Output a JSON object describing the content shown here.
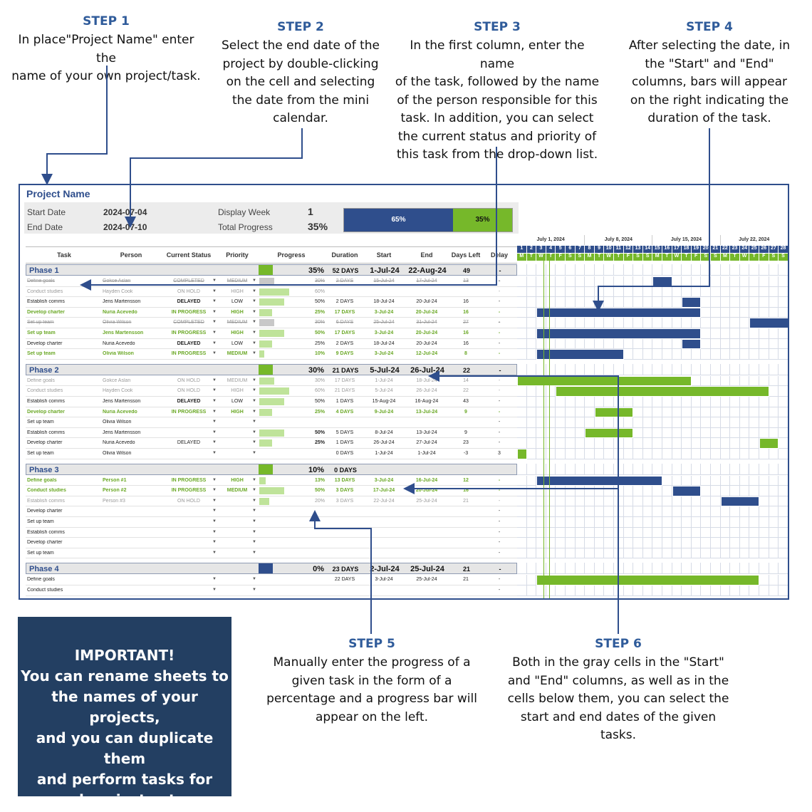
{
  "steps": [
    {
      "title": "STEP 1",
      "lines": [
        "In place\"Project Name\" enter the",
        "name of your own project/task."
      ]
    },
    {
      "title": "STEP 2",
      "lines": [
        "Select the end date of the",
        "project by double-clicking",
        "on the cell and selecting",
        "the date from the mini",
        "calendar."
      ]
    },
    {
      "title": "STEP 3",
      "lines": [
        "In the first column, enter the name",
        "of the task, followed by the name",
        "of the person responsible for this",
        "task. In addition, you can select",
        "the current status and priority of",
        "this task from the drop-down list."
      ]
    },
    {
      "title": "STEP 4",
      "lines": [
        "After selecting the date, in",
        "the \"Start\" and \"End\"",
        "columns, bars will appear",
        "on the right indicating the",
        "duration of the task."
      ]
    },
    {
      "title": "STEP 5",
      "lines": [
        "Manually enter the progress of a",
        "given task in the form of a",
        "percentage and a progress bar will",
        "appear on the left."
      ]
    },
    {
      "title": "STEP 6",
      "lines": [
        "Both in the gray cells in the \"Start\"",
        "and \"End\" columns, as well as in the",
        "cells below them, you can select the",
        "start and end dates of the given",
        "tasks."
      ]
    }
  ],
  "important": {
    "lines": [
      "IMPORTANT!",
      "You can rename sheets to",
      "the names of your projects,",
      "and you can duplicate them",
      "and perform tasks for",
      "several projects at once."
    ]
  },
  "project": {
    "name": "Project Name",
    "start_label": "Start Date",
    "start_value": "2024-07-04",
    "end_label": "End Date",
    "end_value": "2024-07-10",
    "week_label": "Display Week",
    "week_value": "1",
    "progress_label": "Total Progress",
    "progress_value": "35%",
    "done_pct": "65%",
    "remaining_pct": "35%",
    "done_fraction": 0.65
  },
  "columns": [
    "Task",
    "Person",
    "Current Status",
    "Priority",
    "Progress",
    "Duration",
    "Start",
    "End",
    "Days Left",
    "Delay"
  ],
  "gantt": {
    "months": [
      "July 1, 2024",
      "July 8, 2024",
      "July 15, 2024",
      "July 22, 2024"
    ],
    "days": [
      "1",
      "2",
      "3",
      "4",
      "5",
      "6",
      "7",
      "8",
      "9",
      "10",
      "11",
      "12",
      "13",
      "14",
      "15",
      "16",
      "17",
      "18",
      "19",
      "20",
      "21",
      "22",
      "23",
      "24",
      "25",
      "26",
      "27",
      "28"
    ],
    "weekdays": [
      "M",
      "T",
      "W",
      "T",
      "F",
      "S",
      "S",
      "M",
      "T",
      "W",
      "T",
      "F",
      "S",
      "S",
      "M",
      "T",
      "W",
      "T",
      "F",
      "S",
      "S",
      "M",
      "T",
      "W",
      "T",
      "F",
      "S",
      "S"
    ]
  },
  "phases": [
    {
      "name": "Phase 1",
      "progress": "35%",
      "duration": "52 DAYS",
      "start": "1-Jul-24",
      "end": "22-Aug-24",
      "days_left": "49",
      "delay": "-",
      "color": "#2f4e8c",
      "tasks": [
        {
          "task": "Define goals",
          "person": "Gokce Aslan",
          "status": "COMPLETED",
          "priority": "MEDIUM",
          "pct": "30%",
          "p": 0.3,
          "duration": "2 DAYS",
          "start": "15-Jul-24",
          "end": "17-Jul-24",
          "left": "13",
          "delay": "-",
          "style": "strike",
          "bar": [
            14,
            16
          ]
        },
        {
          "task": "Conduct studies",
          "person": "Hayden Cook",
          "status": "ON HOLD",
          "priority": "HIGH",
          "pct": "60%",
          "p": 0.6,
          "duration": "",
          "start": "",
          "end": "",
          "left": "",
          "delay": "-",
          "style": "gray"
        },
        {
          "task": "Establish comms",
          "person": "Jens Martensson",
          "status": "DELAYED",
          "priority": "LOW",
          "pct": "50%",
          "p": 0.5,
          "duration": "2 DAYS",
          "start": "18-Jul-24",
          "end": "20-Jul-24",
          "left": "16",
          "delay": "-",
          "style": "dark",
          "bar": [
            17,
            19
          ]
        },
        {
          "task": "Develop charter",
          "person": "Nuria Acevedo",
          "status": "IN PROGRESS",
          "priority": "HIGH",
          "pct": "25%",
          "p": 0.25,
          "duration": "17 DAYS",
          "start": "3-Jul-24",
          "end": "20-Jul-24",
          "left": "16",
          "delay": "-",
          "style": "green",
          "bar": [
            2,
            19
          ]
        },
        {
          "task": "Set up team",
          "person": "Olivia Wilson",
          "status": "COMPLETED",
          "priority": "MEDIUM",
          "pct": "30%",
          "p": 0.3,
          "duration": "6 DAYS",
          "start": "25-Jul-24",
          "end": "31-Jul-24",
          "left": "27",
          "delay": "-",
          "style": "strike",
          "bar": [
            24,
            28
          ]
        },
        {
          "task": "Set up team",
          "person": "Jens Martensson",
          "status": "IN PROGRESS",
          "priority": "HIGH",
          "pct": "50%",
          "p": 0.5,
          "duration": "17 DAYS",
          "start": "3-Jul-24",
          "end": "20-Jul-24",
          "left": "16",
          "delay": "-",
          "style": "green",
          "bar": [
            2,
            19
          ]
        },
        {
          "task": "Develop charter",
          "person": "Nuria Acevedo",
          "status": "DELAYED",
          "priority": "LOW",
          "pct": "25%",
          "p": 0.25,
          "duration": "2 DAYS",
          "start": "18-Jul-24",
          "end": "20-Jul-24",
          "left": "16",
          "delay": "-",
          "style": "dark",
          "bar": [
            17,
            19
          ]
        },
        {
          "task": "Set up team",
          "person": "Olivia Wilson",
          "status": "IN PROGRESS",
          "priority": "MEDIUM",
          "pct": "10%",
          "p": 0.1,
          "duration": "9 DAYS",
          "start": "3-Jul-24",
          "end": "12-Jul-24",
          "left": "8",
          "delay": "-",
          "style": "green",
          "bar": [
            2,
            11
          ]
        }
      ]
    },
    {
      "name": "Phase 2",
      "progress": "30%",
      "duration": "21 DAYS",
      "start": "5-Jul-24",
      "end": "26-Jul-24",
      "days_left": "22",
      "delay": "-",
      "color": "#76b82a",
      "tasks": [
        {
          "task": "Define goals",
          "person": "Gokce Aslan",
          "status": "ON HOLD",
          "priority": "MEDIUM",
          "pct": "30%",
          "p": 0.3,
          "duration": "17 DAYS",
          "start": "1-Jul-24",
          "end": "18-Jul-24",
          "left": "14",
          "delay": "-",
          "style": "gray",
          "bar": [
            0,
            18
          ]
        },
        {
          "task": "Conduct studies",
          "person": "Hayden Cook",
          "status": "ON HOLD",
          "priority": "HIGH",
          "pct": "60%",
          "p": 0.6,
          "duration": "21 DAYS",
          "start": "5-Jul-24",
          "end": "26-Jul-24",
          "left": "22",
          "delay": "-",
          "style": "gray",
          "bar": [
            4,
            26
          ]
        },
        {
          "task": "Establish comms",
          "person": "Jens Martensson",
          "status": "DELAYED",
          "priority": "LOW",
          "pct": "50%",
          "p": 0.5,
          "duration": "1 DAYS",
          "start": "15-Aug-24",
          "end": "16-Aug-24",
          "left": "43",
          "delay": "-",
          "style": "dark"
        },
        {
          "task": "Develop charter",
          "person": "Nuria Acevedo",
          "status": "IN PROGRESS",
          "priority": "HIGH",
          "pct": "25%",
          "p": 0.25,
          "duration": "4 DAYS",
          "start": "9-Jul-24",
          "end": "13-Jul-24",
          "left": "9",
          "delay": "-",
          "style": "green",
          "bar": [
            8,
            12
          ]
        },
        {
          "task": "Set up team",
          "person": "Olivia Wilson",
          "status": "",
          "priority": "",
          "pct": "",
          "p": 0,
          "duration": "",
          "start": "",
          "end": "",
          "left": "",
          "delay": "-",
          "style": "dark"
        },
        {
          "task": "Establish comms",
          "person": "Jens Martensson",
          "status": "",
          "priority": "",
          "pct": "50%",
          "p": 0.5,
          "duration": "5 DAYS",
          "start": "8-Jul-24",
          "end": "13-Jul-24",
          "left": "9",
          "delay": "-",
          "style": "plain",
          "bar": [
            7,
            12
          ]
        },
        {
          "task": "Develop charter",
          "person": "Nuria Acevedo",
          "status": "DELAYED",
          "priority": "",
          "pct": "25%",
          "p": 0.25,
          "duration": "1 DAYS",
          "start": "26-Jul-24",
          "end": "27-Jul-24",
          "left": "23",
          "delay": "-",
          "style": "plain",
          "bar": [
            25,
            27
          ]
        },
        {
          "task": "Set up team",
          "person": "Olivia Wilson",
          "status": "",
          "priority": "",
          "pct": "",
          "p": 0,
          "duration": "0 DAYS",
          "start": "1-Jul-24",
          "end": "1-Jul-24",
          "left": "-3",
          "delay": "3",
          "style": "plain",
          "bar": [
            0,
            1
          ]
        }
      ]
    },
    {
      "name": "Phase 3",
      "progress": "10%",
      "duration": "0 DAYS",
      "start": "",
      "end": "",
      "days_left": "",
      "delay": "",
      "color": "#2f4e8c",
      "tasks": [
        {
          "task": "Define goals",
          "person": "Person #1",
          "status": "IN PROGRESS",
          "priority": "HIGH",
          "pct": "13%",
          "p": 0.13,
          "duration": "13 DAYS",
          "start": "3-Jul-24",
          "end": "16-Jul-24",
          "left": "12",
          "delay": "-",
          "style": "green",
          "bar": [
            2,
            15
          ]
        },
        {
          "task": "Conduct studies",
          "person": "Person #2",
          "status": "IN PROGRESS",
          "priority": "MEDIUM",
          "pct": "50%",
          "p": 0.5,
          "duration": "3 DAYS",
          "start": "17-Jul-24",
          "end": "20-Jul-24",
          "left": "16",
          "delay": "-",
          "style": "green",
          "bar": [
            16,
            19
          ]
        },
        {
          "task": "Establish comms",
          "person": "Person #3",
          "status": "ON HOLD",
          "priority": "",
          "pct": "20%",
          "p": 0.2,
          "duration": "3 DAYS",
          "start": "22-Jul-24",
          "end": "25-Jul-24",
          "left": "21",
          "delay": "-",
          "style": "gray",
          "bar": [
            21,
            25
          ]
        },
        {
          "task": "Develop charter",
          "person": "",
          "status": "",
          "priority": "",
          "pct": "",
          "p": 0,
          "duration": "",
          "start": "",
          "end": "",
          "left": "",
          "delay": "-",
          "style": "plain"
        },
        {
          "task": "Set up team",
          "person": "",
          "status": "",
          "priority": "",
          "pct": "",
          "p": 0,
          "duration": "",
          "start": "",
          "end": "",
          "left": "",
          "delay": "-",
          "style": "plain"
        },
        {
          "task": "Establish comms",
          "person": "",
          "status": "",
          "priority": "",
          "pct": "",
          "p": 0,
          "duration": "",
          "start": "",
          "end": "",
          "left": "",
          "delay": "-",
          "style": "plain"
        },
        {
          "task": "Develop charter",
          "person": "",
          "status": "",
          "priority": "",
          "pct": "",
          "p": 0,
          "duration": "",
          "start": "",
          "end": "",
          "left": "",
          "delay": "-",
          "style": "plain"
        },
        {
          "task": "Set up team",
          "person": "",
          "status": "",
          "priority": "",
          "pct": "",
          "p": 0,
          "duration": "",
          "start": "",
          "end": "",
          "left": "",
          "delay": "-",
          "style": "plain"
        }
      ]
    },
    {
      "name": "Phase 4",
      "progress": "0%",
      "duration": "23 DAYS",
      "start": "2-Jul-24",
      "end": "25-Jul-24",
      "days_left": "21",
      "delay": "-",
      "color": "#76b82a",
      "tasks": [
        {
          "task": "Define goals",
          "person": "",
          "status": "",
          "priority": "",
          "pct": "",
          "p": 0,
          "duration": "22 DAYS",
          "start": "3-Jul-24",
          "end": "25-Jul-24",
          "left": "21",
          "delay": "-",
          "style": "plain",
          "bar": [
            2,
            25
          ]
        },
        {
          "task": "Conduct studies",
          "person": "",
          "status": "",
          "priority": "",
          "pct": "",
          "p": 0,
          "duration": "",
          "start": "",
          "end": "",
          "left": "",
          "delay": "-",
          "style": "plain"
        }
      ]
    }
  ],
  "colors": {
    "navy": "#2f4e8c",
    "green": "#76b82a",
    "box": "#233f62",
    "step": "#2f5b9a"
  }
}
